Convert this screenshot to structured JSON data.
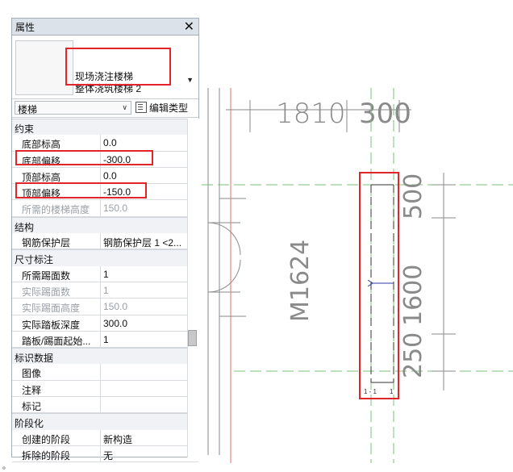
{
  "panel": {
    "title": "属性",
    "close_glyph": "✕",
    "type_name_line1": "现场浇注楼梯",
    "type_name_line2": "整体浇筑楼梯 2",
    "category": "楼梯",
    "edit_type_label": "编辑类型",
    "sections": [
      {
        "label": "约束",
        "rows": [
          {
            "k": "底部标高",
            "v": "0.0",
            "disabled": false
          },
          {
            "k": "底部偏移",
            "v": "-300.0",
            "disabled": false
          },
          {
            "k": "顶部标高",
            "v": "0.0",
            "disabled": false
          },
          {
            "k": "顶部偏移",
            "v": "-150.0",
            "disabled": false
          },
          {
            "k": "所需的楼梯高度",
            "v": "150.0",
            "disabled": true
          }
        ]
      },
      {
        "label": "结构",
        "rows": [
          {
            "k": "钢筋保护层",
            "v": "钢筋保护层 1 <2...",
            "disabled": false
          }
        ]
      },
      {
        "label": "尺寸标注",
        "rows": [
          {
            "k": "所需踢面数",
            "v": "1",
            "disabled": false
          },
          {
            "k": "实际踢面数",
            "v": "1",
            "disabled": true
          },
          {
            "k": "实际踢面高度",
            "v": "150.0",
            "disabled": true
          },
          {
            "k": "实际踏板深度",
            "v": "300.0",
            "disabled": false
          },
          {
            "k": "踏板/踢面起始...",
            "v": "1",
            "disabled": false
          }
        ]
      },
      {
        "label": "标识数据",
        "rows": [
          {
            "k": "图像",
            "v": "",
            "disabled": false
          },
          {
            "k": "注释",
            "v": "",
            "disabled": false
          },
          {
            "k": "标记",
            "v": "",
            "disabled": false
          }
        ]
      },
      {
        "label": "阶段化",
        "rows": [
          {
            "k": "创建的阶段",
            "v": "新构造",
            "disabled": false
          },
          {
            "k": "拆除的阶段",
            "v": "无",
            "disabled": false
          }
        ]
      }
    ]
  },
  "drawing": {
    "dim_1810": "1810",
    "dim_300": "300",
    "dim_500": "500",
    "dim_1600": "1600",
    "dim_250": "250",
    "door_tag": "M1624",
    "tread_label": "1 - 1",
    "tread_end": "1"
  },
  "colors": {
    "highlight": "#e3242b",
    "drawing_line": "#8a8a8a",
    "green_line": "#7ac27a",
    "red_line": "#e07070",
    "arrow": "#2a3aa0"
  }
}
